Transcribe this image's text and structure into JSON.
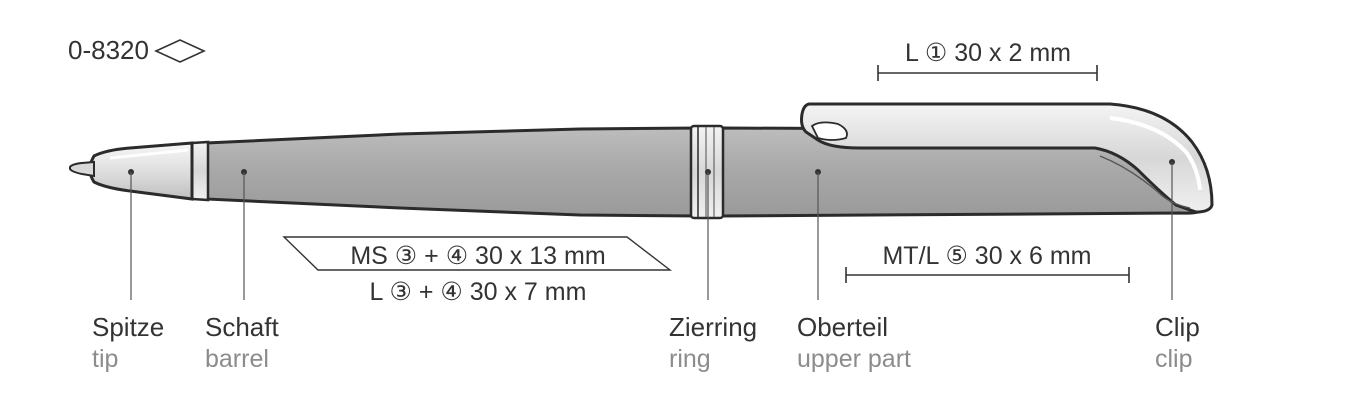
{
  "product": {
    "article_number": "0-8320",
    "shape_icon": "diamond-outline-icon"
  },
  "print_areas": {
    "clip": "L ① 30 x 2 mm",
    "barrel_ms": "MS ③ + ④ 30 x 13 mm",
    "barrel_l": "L ③ + ④ 30 x 7 mm",
    "upper_part": "MT/L ⑤ 30 x 6 mm"
  },
  "parts": [
    {
      "de": "Spitze",
      "en": "tip"
    },
    {
      "de": "Schaft",
      "en": "barrel"
    },
    {
      "de": "Zierring",
      "en": "ring"
    },
    {
      "de": "Oberteil",
      "en": "upper part"
    },
    {
      "de": "Clip",
      "en": "clip"
    }
  ],
  "colors": {
    "pen_body": "#a5a5a5",
    "outline": "#2b2b2b",
    "chrome": "#e6e6e6",
    "label_primary": "#333333",
    "label_secondary": "#8c8c8c"
  }
}
